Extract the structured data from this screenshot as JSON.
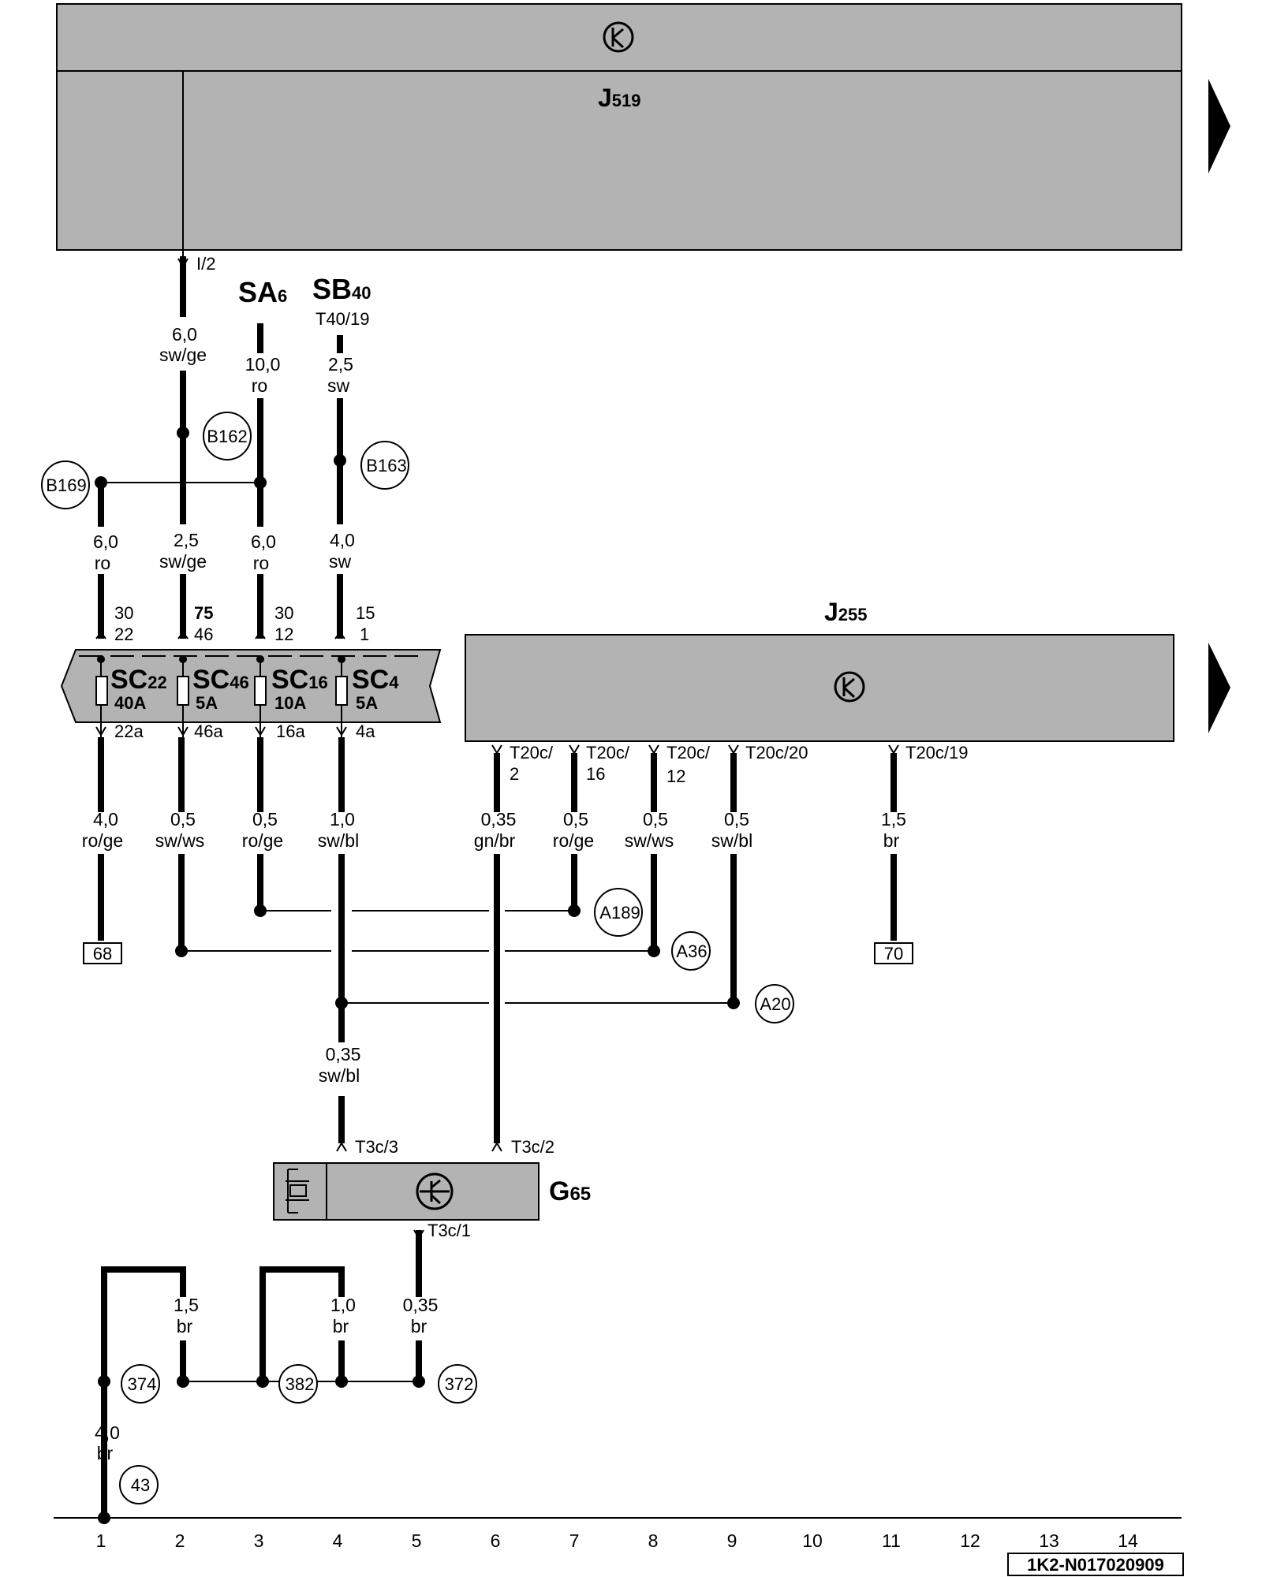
{
  "j519": {
    "name": "J",
    "sub": "519"
  },
  "j255": {
    "name": "J",
    "sub": "255"
  },
  "g65": {
    "name": "G",
    "sub": "65"
  },
  "sources": {
    "sa": {
      "name": "SA",
      "sub": "6"
    },
    "sb": {
      "name": "SB",
      "sub": "40",
      "pin": "T40/19"
    }
  },
  "pins": {
    "i2": "I/2",
    "t20c_2a": "T20c/",
    "t20c_2b": "2",
    "t20c_16a": "T20c/",
    "t20c_16b": "16",
    "t20c_12a": "T20c/",
    "t20c_12b": "12",
    "t20c_20": "T20c/20",
    "t20c_19": "T20c/19",
    "t3c_3": "T3c/3",
    "t3c_2": "T3c/2",
    "t3c_1": "T3c/1"
  },
  "fuses": [
    {
      "id": "sc22",
      "name": "SC",
      "sub": "22",
      "amp": "40A",
      "top1": "30",
      "top2": "22",
      "bottom": "22a"
    },
    {
      "id": "sc46",
      "name": "SC",
      "sub": "46",
      "amp": "5A",
      "top1": "75",
      "top2": "46",
      "bottom": "46a"
    },
    {
      "id": "sc16",
      "name": "SC",
      "sub": "16",
      "amp": "10A",
      "top1": "30",
      "top2": "12",
      "bottom": "16a"
    },
    {
      "id": "sc4",
      "name": "SC",
      "sub": "4",
      "amp": "5A",
      "top1": "15",
      "top2": "1",
      "bottom": "4a"
    }
  ],
  "wires": {
    "w1": {
      "size": "6,0",
      "color": "sw/ge"
    },
    "w2": {
      "size": "10,0",
      "color": "ro"
    },
    "w3": {
      "size": "2,5",
      "color": "sw"
    },
    "w4": {
      "size": "6,0",
      "color": "ro"
    },
    "w5": {
      "size": "2,5",
      "color": "sw/ge"
    },
    "w6": {
      "size": "6,0",
      "color": "ro"
    },
    "w7": {
      "size": "4,0",
      "color": "sw"
    },
    "w8": {
      "size": "4,0",
      "color": "ro/ge"
    },
    "w9": {
      "size": "0,5",
      "color": "sw/ws"
    },
    "w10": {
      "size": "0,5",
      "color": "ro/ge"
    },
    "w11": {
      "size": "1,0",
      "color": "sw/bl"
    },
    "w12": {
      "size": "0,35",
      "color": "gn/br"
    },
    "w13": {
      "size": "0,5",
      "color": "ro/ge"
    },
    "w14": {
      "size": "0,5",
      "color": "sw/ws"
    },
    "w15": {
      "size": "0,5",
      "color": "sw/bl"
    },
    "w16": {
      "size": "1,5",
      "color": "br"
    },
    "w17": {
      "size": "0,35",
      "color": "sw/bl"
    },
    "w18": {
      "size": "1,5",
      "color": "br"
    },
    "w19": {
      "size": "1,0",
      "color": "br"
    },
    "w20": {
      "size": "0,35",
      "color": "br"
    },
    "w21": {
      "size": "4,0",
      "color": "br"
    }
  },
  "connections": {
    "b162": "B162",
    "b163": "B163",
    "b169": "B169",
    "a189": "A189",
    "a36": "A36",
    "a20": "A20",
    "c374": "374",
    "c382": "382",
    "c372": "372",
    "c43": "43"
  },
  "refs": {
    "r68": "68",
    "r70": "70"
  },
  "columns": [
    "1",
    "2",
    "3",
    "4",
    "5",
    "6",
    "7",
    "8",
    "9",
    "10",
    "11",
    "12",
    "13",
    "14"
  ],
  "footer": {
    "code": "1K2-N017020909"
  }
}
